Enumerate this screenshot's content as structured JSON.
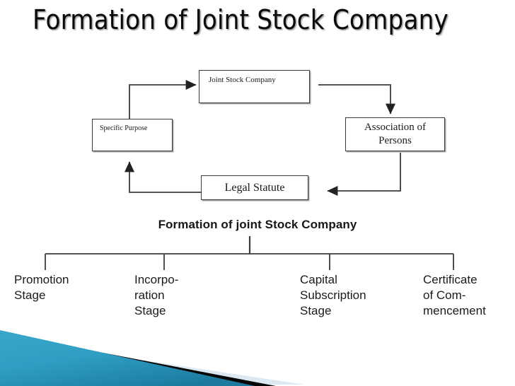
{
  "slide": {
    "title": "Formation of Joint Stock Company",
    "subtitle": "Formation of joint Stock Company",
    "background_color": "#ffffff",
    "title_color": "#0a0a0a"
  },
  "cycle_diagram": {
    "nodes": [
      {
        "id": "joint-stock-company",
        "label": "Joint Stock Company"
      },
      {
        "id": "association-of-persons",
        "label": "Association of\nPersons"
      },
      {
        "id": "legal-statute",
        "label": "Legal Statute"
      },
      {
        "id": "specific-purpose",
        "label": "Specific Purpose"
      }
    ],
    "connectors": [
      {
        "from": "joint-stock-company",
        "to": "association-of-persons",
        "direction": "right-then-down"
      },
      {
        "from": "association-of-persons",
        "to": "legal-statute",
        "direction": "down-then-left"
      },
      {
        "from": "legal-statute",
        "to": "specific-purpose",
        "direction": "left-then-up"
      },
      {
        "from": "specific-purpose",
        "to": "joint-stock-company",
        "direction": "up-then-right"
      }
    ],
    "line_color": "#3b3b3b"
  },
  "tree": {
    "root_label": "Formation of joint Stock Company",
    "line_color": "#3b3b3b",
    "leaves": [
      {
        "id": "promotion-stage",
        "label": "Promotion\nStage"
      },
      {
        "id": "incorporation-stage",
        "label": "Incorpo-\nration\nStage"
      },
      {
        "id": "capital-subscription-stage",
        "label": "Capital\nSubscription\nStage"
      },
      {
        "id": "certificate-of-commencement",
        "label": "Certificate\nof Com-\nmencement"
      }
    ]
  },
  "footer": {
    "teal_color": "#2f9ec3",
    "teal_color_dark": "#1d7fa3",
    "black_color": "#050505",
    "pale_color": "#dce9f2"
  }
}
